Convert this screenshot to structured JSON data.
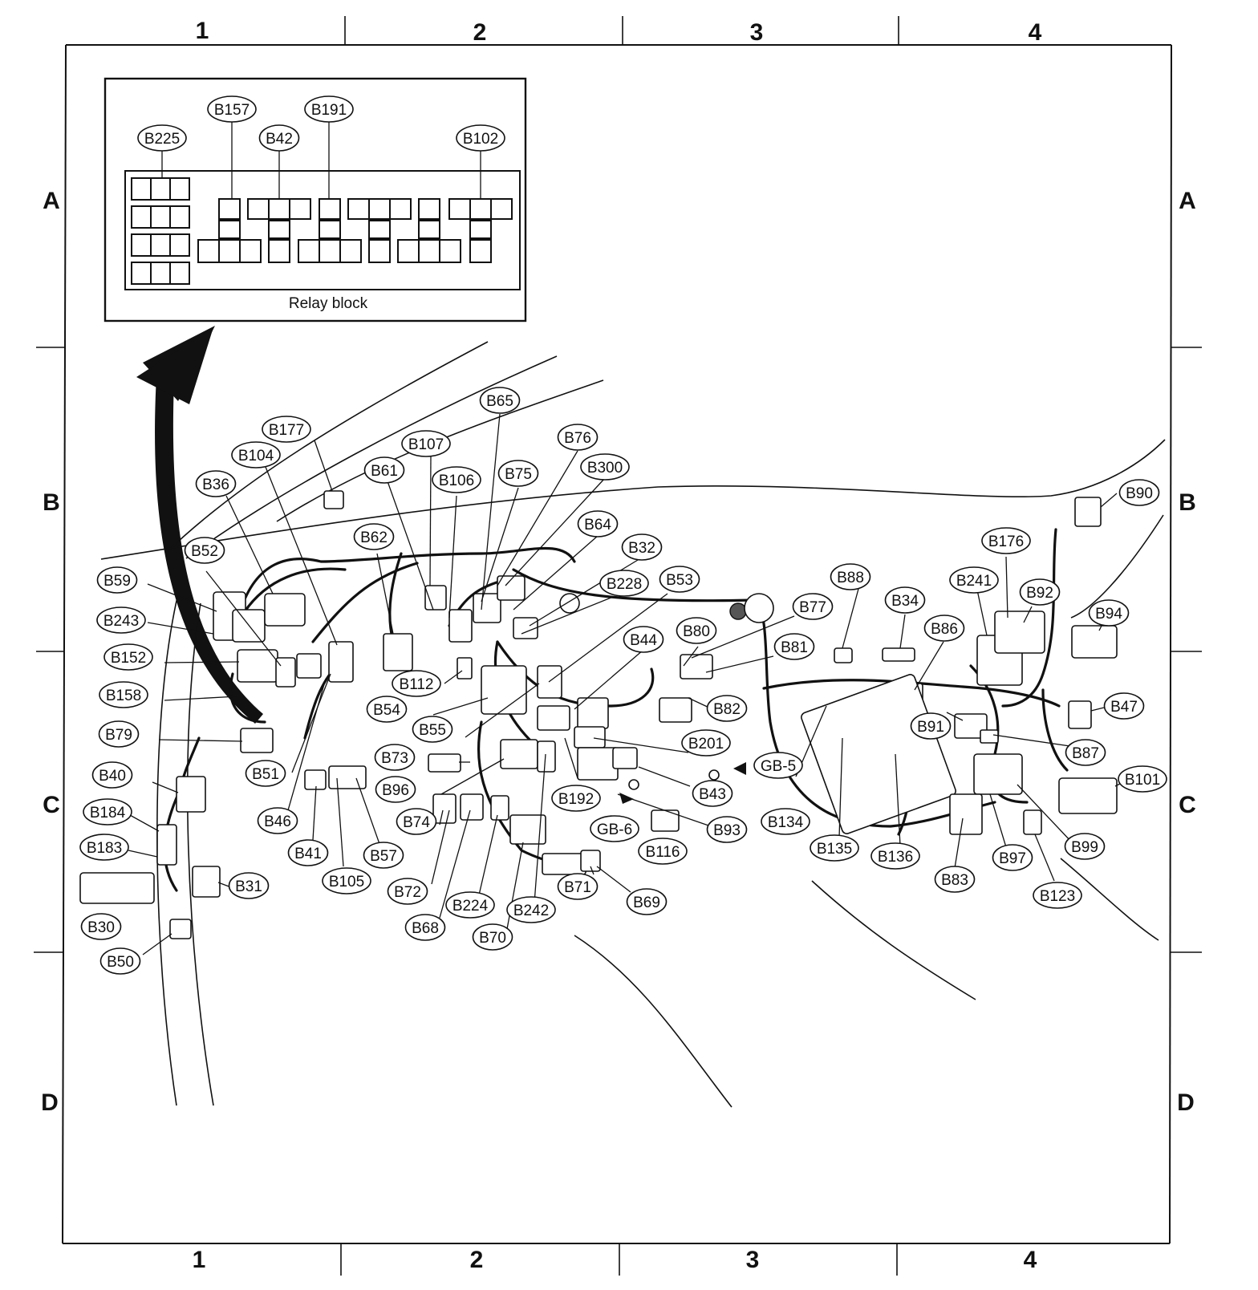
{
  "diagram": {
    "grid": {
      "columns": [
        "1",
        "2",
        "3",
        "4"
      ],
      "rows": [
        "A",
        "B",
        "C",
        "D"
      ]
    },
    "relay_block": {
      "caption": "Relay block",
      "callouts": [
        "B225",
        "B157",
        "B42",
        "B191",
        "B102"
      ]
    },
    "connectors": [
      "B177",
      "B104",
      "B107",
      "B65",
      "B76",
      "B36",
      "B61",
      "B106",
      "B75",
      "B300",
      "B52",
      "B62",
      "B64",
      "B32",
      "B59",
      "B228",
      "B53",
      "B243",
      "B152",
      "B158",
      "B79",
      "B112",
      "B54",
      "B55",
      "B44",
      "B80",
      "B77",
      "B81",
      "B82",
      "B201",
      "B73",
      "B96",
      "B51",
      "B40",
      "B46",
      "B41",
      "B105",
      "B57",
      "B74",
      "B72",
      "B68",
      "B224",
      "B70",
      "B242",
      "B192",
      "B43",
      "B93",
      "B116",
      "B71",
      "B69",
      "B184",
      "B183",
      "B30",
      "B31",
      "B50",
      "B88",
      "B34",
      "B86",
      "B91",
      "B134",
      "B135",
      "B136",
      "B83",
      "B176",
      "B241",
      "B92",
      "B90",
      "B94",
      "B47",
      "B87",
      "B101",
      "B97",
      "B99",
      "B123"
    ],
    "ground_points": [
      "GB-5",
      "GB-6"
    ]
  }
}
